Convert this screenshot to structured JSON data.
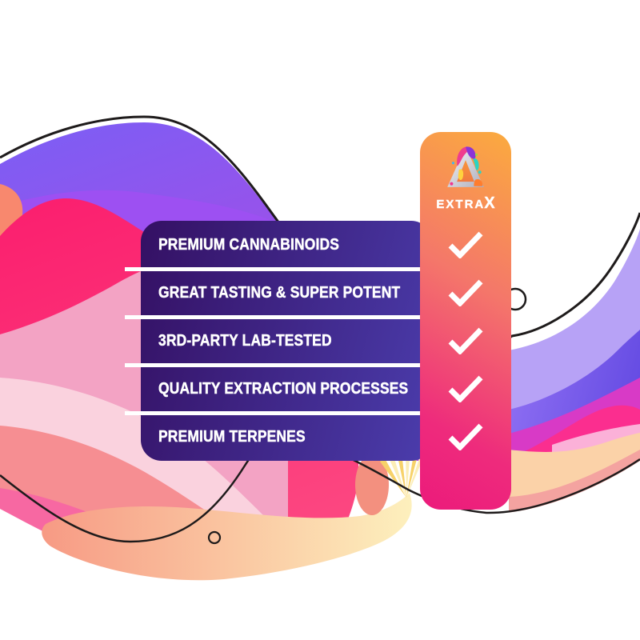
{
  "brand": {
    "wordmark_head": "EXTRA",
    "wordmark_tail": "X",
    "logo": "extrax-triangle-paint-logo"
  },
  "features": [
    "PREMIUM CANNABINOIDS",
    "GREAT TASTING & SUPER POTENT",
    "3RD-PARTY LAB-TESTED",
    "QUALITY EXTRACTION PROCESSES",
    "PREMIUM TERPENES"
  ],
  "checklist": {
    "icon": "checkmark",
    "count": 5
  },
  "colors": {
    "panel_grad_a": "#341063",
    "panel_grad_b": "#4b3dad",
    "bar_grad_a": "#fbab3e",
    "bar_grad_b": "#f4776a",
    "bar_grad_c": "#ee2b7c",
    "bar_grad_d": "#ec1a7b",
    "separator": "#ffffff",
    "feature_text": "#ffffff",
    "check": "#ffffff",
    "wordmark": "#ffffff"
  }
}
